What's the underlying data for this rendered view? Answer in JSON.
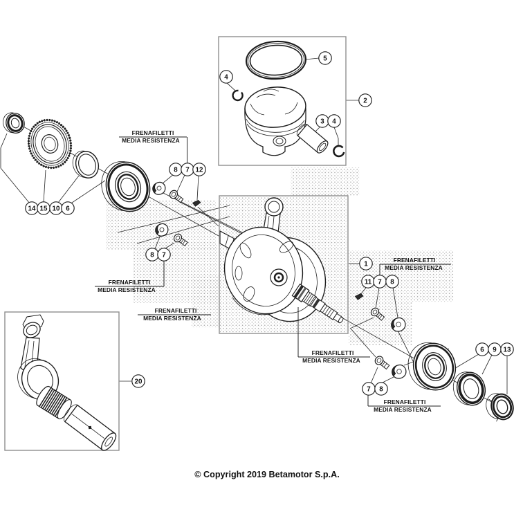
{
  "page": {
    "background": "#ffffff",
    "ink": "#1c1c1c",
    "frame_color": "#8f8f8f"
  },
  "notes": {
    "threadlocker": {
      "line1": "FRENAFILETTI",
      "line2": "MEDIA RESISTENZA"
    }
  },
  "callouts": {
    "crankshaft": "1",
    "piston_kit": "2",
    "wrist_pin": "3",
    "circlip": "4",
    "piston_ring": "5",
    "main_bearing": "6",
    "bolt": "7",
    "lock_washer": "8",
    "shaft_seal": "9",
    "spacer_washer": "10",
    "woodruff_key_right": "11",
    "woodruff_key_left": "12",
    "nut": "13",
    "oil_seal": "14",
    "primary_gear": "15",
    "conrod_kit": "20"
  },
  "footer": {
    "copyright": "© Copyright 2019 Betamotor S.p.A."
  }
}
